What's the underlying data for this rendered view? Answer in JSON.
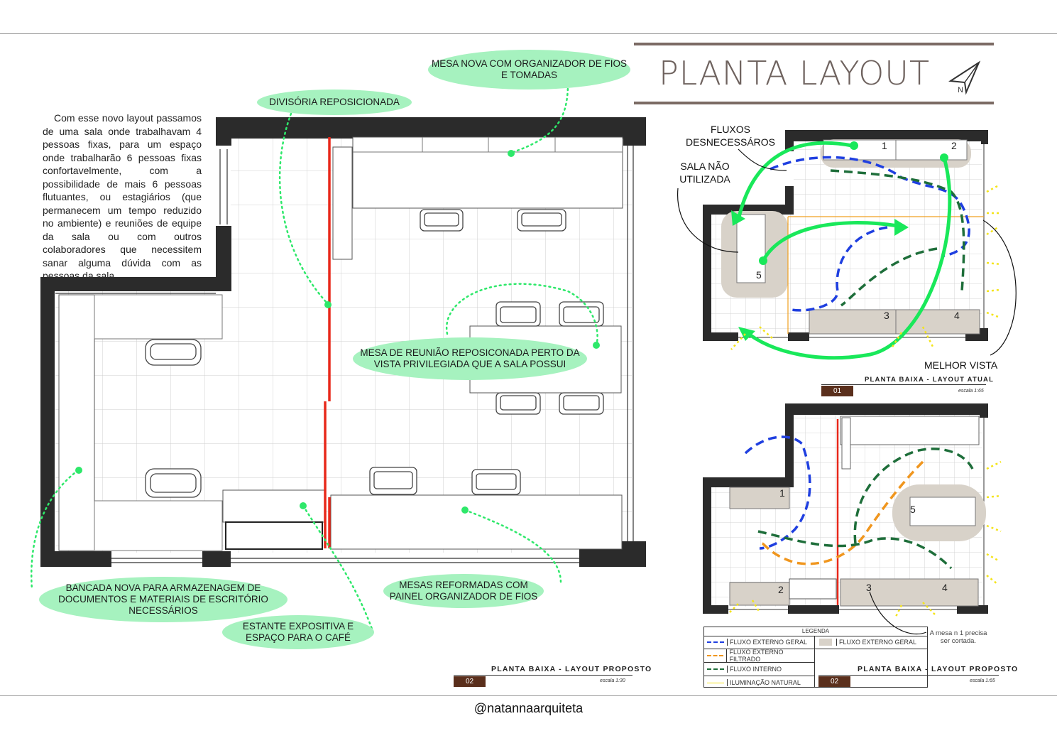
{
  "page": {
    "title": "PLANTA LAYOUT",
    "footer": "@natannaarquiteta",
    "intro_text": "Com esse novo layout passamos de uma sala onde trabalhavam 4 pessoas fixas, para um espaço onde trabalharão 6 pessoas fixas confortavelmente, com a possibilidade de mais 6 pessoas flutuantes, ou estagiários (que permanecem um tempo reduzido no ambiente) e reuniões de equipe da sala ou com outros colaboradores que necessitem sanar alguma dúvida com as pessoas da sala"
  },
  "callouts": {
    "mesa_nova": "MESA NOVA COM ORGANIZADOR DE FIOS E TOMADAS",
    "divisoria": "DIVISÓRIA REPOSICIONADA",
    "mesa_reuniao": "MESA DE REUNIÃO REPOSICONADA PERTO DA VISTA PRIVILEGIADA QUE A SALA POSSUI",
    "bancada": "BANCADA NOVA PARA ARMAZENAGEM DE DOCUMENTOS E MATERIAIS DE ESCRITÓRIO NECESSÁRIOS",
    "mesas_reformadas": "MESAS REFORMADAS COM PAINEL ORGANIZADOR DE FIOS",
    "estante": "ESTANTE EXPOSITIVA E ESPAÇO PARA O CAFÉ"
  },
  "plan_labels": {
    "fluxos": "FLUXOS DESNECESSÁROS",
    "sala_nao": "SALA NÃO UTILIZADA",
    "melhor_vista": "MELHOR VISTA",
    "mesa_note": "A mesa n 1 precisa ser cortada."
  },
  "sheets": {
    "main": {
      "title": "PLANTA BAIXA - LAYOUT PROPOSTO",
      "number": "02",
      "scale": "escala 1:30"
    },
    "current": {
      "title": "PLANTA BAIXA - LAYOUT ATUAL",
      "number": "01",
      "scale": "escala 1:65"
    },
    "proposed": {
      "title": "PLANTA BAIXA - LAYOUT PROPOSTO",
      "number": "02",
      "scale": "escala 1:65"
    }
  },
  "desk_numbers": {
    "current": [
      "1",
      "2",
      "3",
      "4",
      "5"
    ],
    "proposed": [
      "1",
      "2",
      "3",
      "4",
      "5"
    ]
  },
  "legend": {
    "title": "LEGENDA",
    "items": [
      {
        "label": "FLUXO EXTERNO GERAL",
        "color": "#1f3fe0"
      },
      {
        "label": "FLUXO EXTERNO FILTRADO",
        "color": "#f0961e"
      },
      {
        "label": "FLUXO INTERNO",
        "color": "#1e6e3a"
      },
      {
        "label": "ILUMINAÇÃO NATURAL",
        "color": "#f4e41a"
      }
    ],
    "swatch_label": "FLUXO EXTERNO GERAL",
    "swatch_color": "#d8d2c9"
  },
  "colors": {
    "wall": "#2b2b2b",
    "partition": "#e8281a",
    "callout_fill": "#a6f2bf",
    "leader": "#2ee86a",
    "arrow_green": "#19e85a",
    "brown": "#5a2f1c"
  }
}
